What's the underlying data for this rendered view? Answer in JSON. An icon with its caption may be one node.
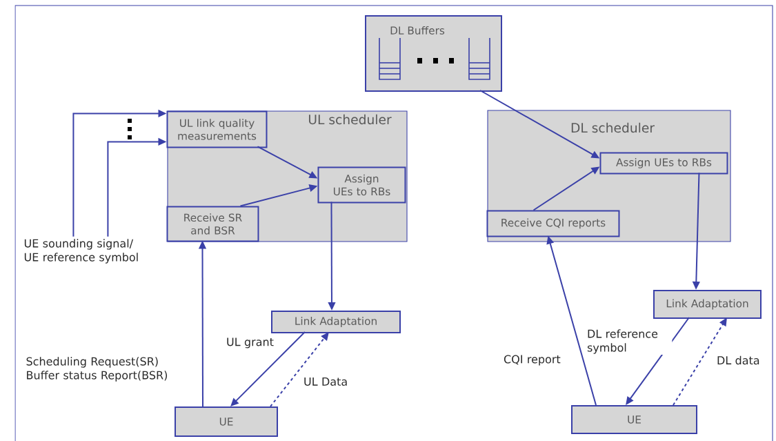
{
  "diagram": {
    "nodes": [
      {
        "text": [
          "DL Buffers"
        ]
      },
      {
        "text": [
          "UL scheduler"
        ]
      },
      {
        "text": [
          "UL link quality measurements"
        ],
        "in": 1
      },
      {
        "text": [
          "Assign UEs to RBs"
        ],
        "in": 1
      },
      {
        "text": [
          "Receive SR and BSR"
        ],
        "in": 1
      },
      {
        "text": [
          "Link Adaptation"
        ]
      },
      {
        "text": [
          "UE"
        ]
      },
      {
        "text": [
          "DL scheduler"
        ]
      },
      {
        "text": [
          "Assign UEs to RBs"
        ],
        "in": 7
      },
      {
        "text": [
          "Receive CQI reports"
        ],
        "in": 7
      },
      {
        "text": [
          "Link Adaptation"
        ]
      },
      {
        "text": [
          "UE"
        ]
      },
      {
        "text": [
          "UE sounding signal/ UE reference symbol"
        ]
      }
    ],
    "edges": [
      {
        "from": 12,
        "to": 2,
        "arrow": "to"
      },
      {
        "from": 12,
        "to": 2,
        "arrow": "to"
      },
      {
        "from": 2,
        "to": 3,
        "arrow": "to"
      },
      {
        "from": 4,
        "to": 3,
        "arrow": "to"
      },
      {
        "from": 3,
        "to": 5,
        "arrow": "to"
      },
      {
        "from": 5,
        "to": 6,
        "arrow": "to",
        "label": "UL grant"
      },
      {
        "from": 6,
        "to": 5,
        "arrow": "to",
        "label": "UL Data",
        "style": "dashed"
      },
      {
        "from": 6,
        "to": 4,
        "arrow": "to",
        "label": "Scheduling Request(SR) Buffer status Report(BSR)"
      },
      {
        "from": 0,
        "to": 8,
        "arrow": "to"
      },
      {
        "from": 9,
        "to": 8,
        "arrow": "to"
      },
      {
        "from": 8,
        "to": 10,
        "arrow": "to"
      },
      {
        "from": 10,
        "to": 11,
        "arrow": "to",
        "label": "DL reference symbol"
      },
      {
        "from": 11,
        "to": 9,
        "arrow": "to",
        "label": "CQI report"
      },
      {
        "from": 11,
        "to": 10,
        "arrow": "to",
        "label": "DL data",
        "style": "dashed"
      }
    ]
  }
}
